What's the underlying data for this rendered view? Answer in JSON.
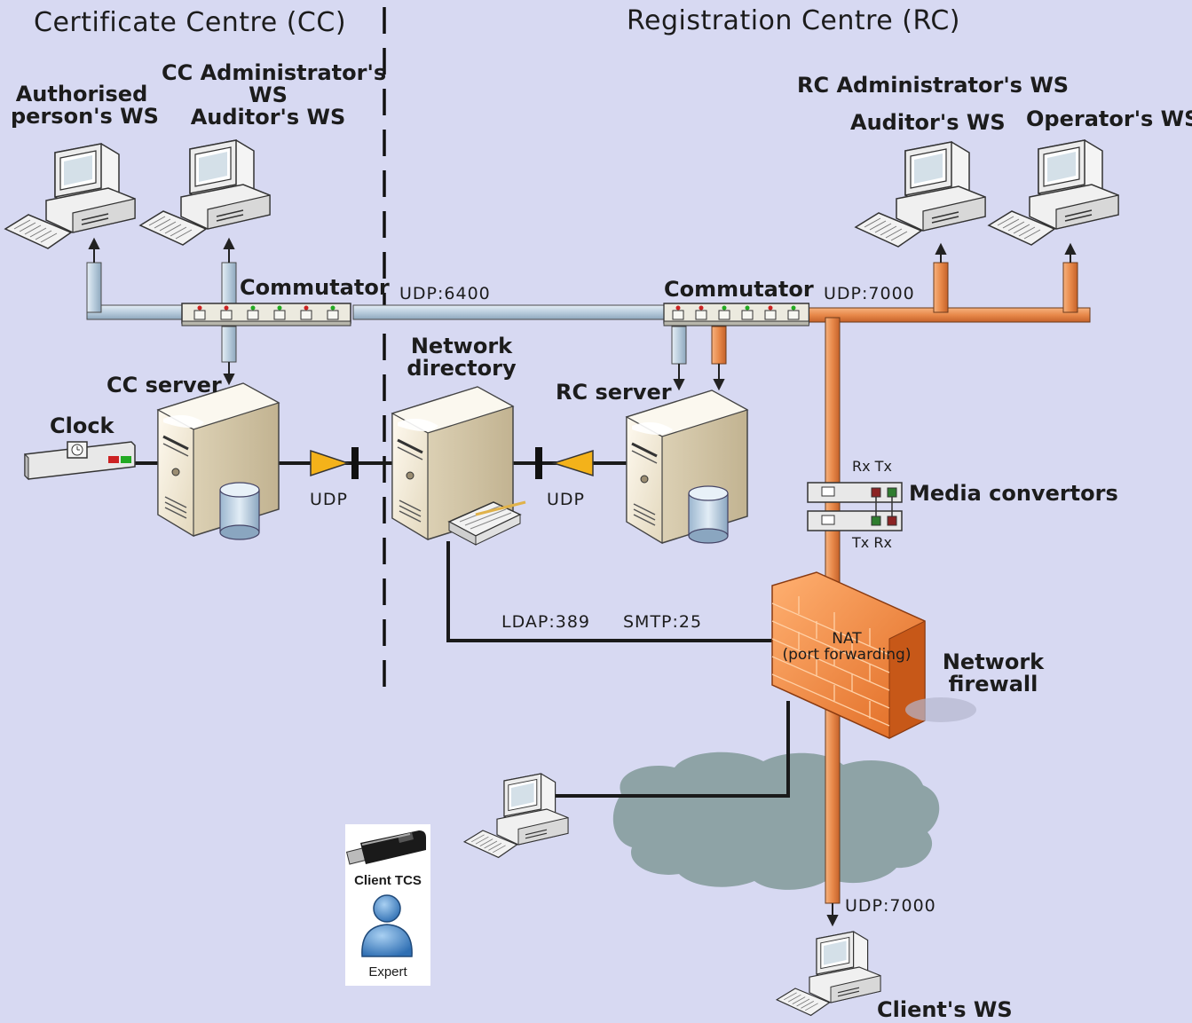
{
  "zones": {
    "cc": "Certificate Centre (CC)",
    "rc": "Registration Centre (RC)"
  },
  "cc_workstations": {
    "authorised": [
      "Authorised",
      "person's WS"
    ],
    "admin": [
      "CC Administrator's",
      "WS",
      "Auditor's WS"
    ]
  },
  "rc_workstations": {
    "admin": "RC Administrator's WS",
    "auditor": "Auditor's WS",
    "operator": "Operator's WS"
  },
  "switches": {
    "cc": "Commutator",
    "rc": "Commutator"
  },
  "ports": {
    "udp6400": "UDP:6400",
    "udp7000_top": "UDP:7000",
    "udp_left": "UDP",
    "udp_right": "UDP",
    "ldap": "LDAP:389",
    "smtp": "SMTP:25",
    "udp7000_bottom": "UDP:7000"
  },
  "servers": {
    "cc": "CC server",
    "directory": [
      "Network",
      "directory"
    ],
    "rc": "RC server"
  },
  "clock": "Clock",
  "media": {
    "label": "Media convertors",
    "top": "Rx Tx",
    "bottom": "Tx Rx"
  },
  "firewall": {
    "label": [
      "Network",
      "firewall"
    ],
    "nat": [
      "NAT",
      "(port forwarding)"
    ]
  },
  "client_ws": "Client's WS",
  "client_tcs": {
    "label": "Client TCS",
    "role": "Expert"
  },
  "colors": {
    "background": "#d7d9f2",
    "blue_cable": "#bcd3e3",
    "orange_cable": "#e8894a",
    "cable_edge": "#4a4a4a"
  }
}
